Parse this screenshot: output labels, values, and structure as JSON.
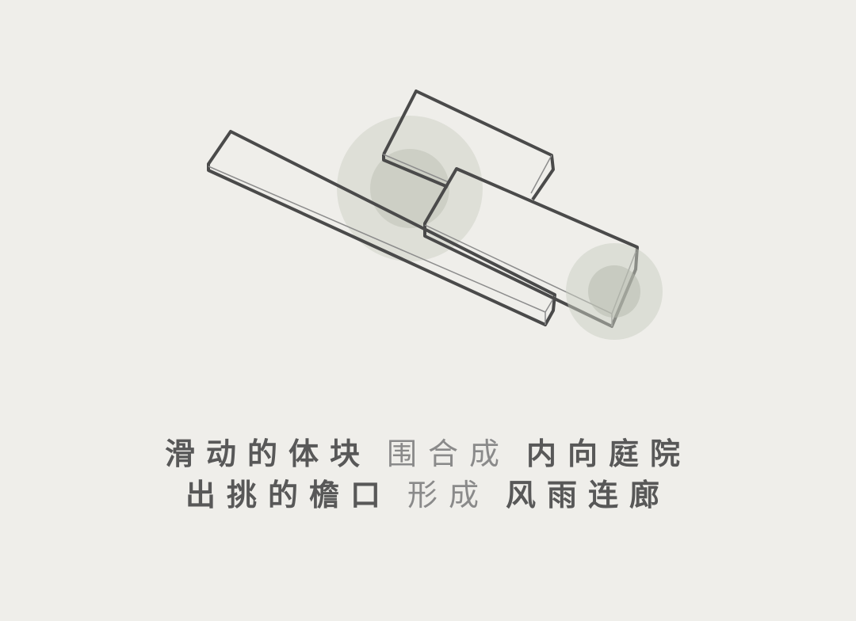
{
  "diagram": {
    "colors": {
      "background": "#efeeea",
      "outline": "#4a4a4a",
      "inner_line": "#8c8c8c",
      "halo_outer": "#d9dbd2",
      "halo_inner": "#c6cabf"
    }
  },
  "caption": {
    "line1": {
      "part1": "滑动的体块",
      "part2": "围合成",
      "part3": "内向庭院"
    },
    "line2": {
      "part1": "出挑的檐口",
      "part2": "形成",
      "part3": "风雨连廊"
    }
  }
}
